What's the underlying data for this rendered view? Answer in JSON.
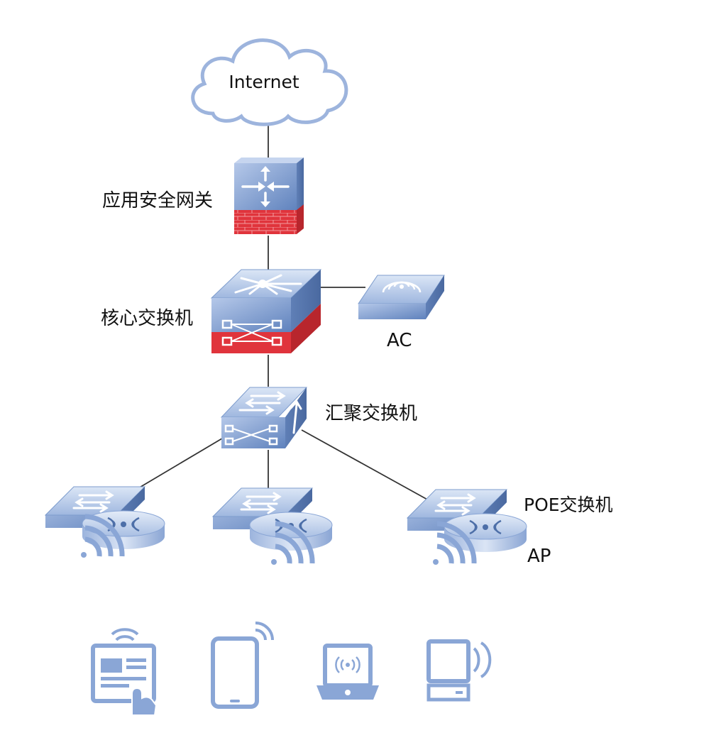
{
  "labels": {
    "internet": "Internet",
    "gateway": "应用安全网关",
    "core_switch": "核心交换机",
    "ac": "AC",
    "aggregation_switch": "汇聚交换机",
    "poe_switch": "POE交换机",
    "ap": "AP"
  },
  "colors": {
    "device_blue": "#7d9ccd",
    "device_blue_light": "#b9cbe8",
    "device_blue_dark": "#4d6fa8",
    "firewall_red": "#e0343c",
    "wifi_blue": "#8aa6d6",
    "line": "#333333"
  },
  "icons": [
    "cloud-icon",
    "firewall-router-icon",
    "core-switch-icon",
    "access-controller-icon",
    "aggregation-switch-icon",
    "poe-switch-icon",
    "access-point-icon",
    "wifi-signal-icon",
    "tablet-icon",
    "phone-icon",
    "laptop-icon",
    "desktop-icon"
  ]
}
